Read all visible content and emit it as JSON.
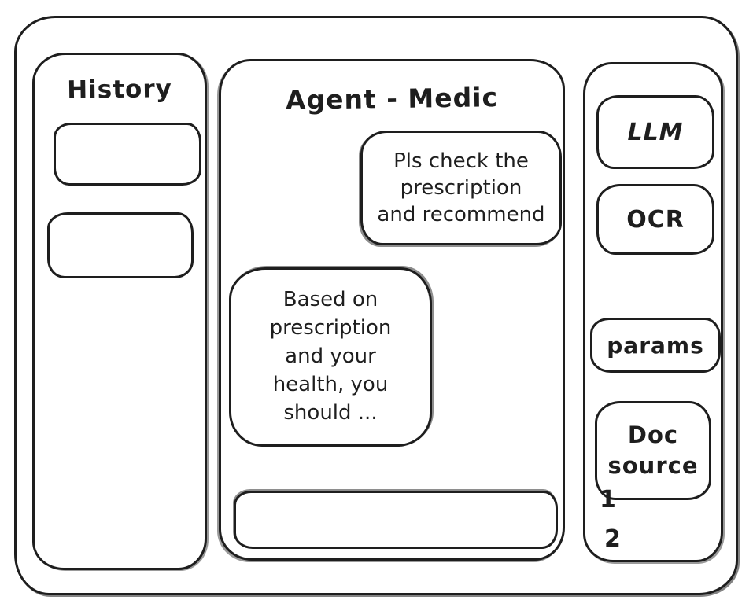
{
  "app": {
    "title": "Agent - Medic"
  },
  "sidebar": {
    "title": "History",
    "items": [
      {
        "label": ""
      },
      {
        "label": ""
      }
    ]
  },
  "chat": {
    "title": "Agent - Medic",
    "messages": [
      {
        "role": "user",
        "text": "Pls check the\nprescription\nand recommend"
      },
      {
        "role": "assistant",
        "text": "Based on\nprescription\nand your\nhealth, you\nshould ..."
      }
    ],
    "input": {
      "value": "",
      "placeholder": ""
    }
  },
  "tools_panel": {
    "buttons": [
      {
        "label": "LLM"
      },
      {
        "label": "OCR"
      },
      {
        "label": "params"
      },
      {
        "label": "Doc\nsource"
      }
    ],
    "doc_list": [
      {
        "label": "1"
      },
      {
        "label": "2"
      }
    ]
  },
  "colors": {
    "stroke": "#1e1e1e",
    "background": "#ffffff"
  }
}
